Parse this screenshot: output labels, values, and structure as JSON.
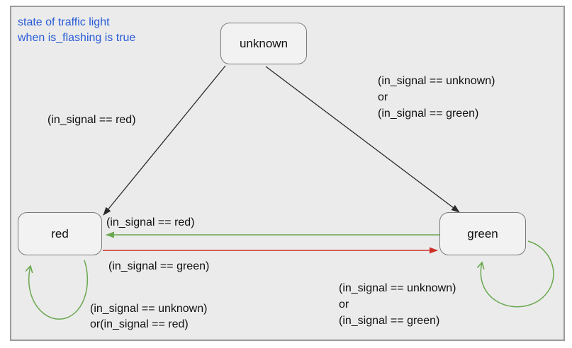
{
  "diagram": {
    "title_lines": [
      "state of traffic light",
      "when is_flashing is true"
    ]
  },
  "states": {
    "unknown": {
      "label": "unknown"
    },
    "red": {
      "label": "red"
    },
    "green": {
      "label": "green"
    }
  },
  "transitions": {
    "unknown_to_red": {
      "from": "unknown",
      "to": "red",
      "label": "(in_signal == red)"
    },
    "unknown_to_green": {
      "from": "unknown",
      "to": "green",
      "label_lines": [
        "(in_signal == unknown)",
        "or",
        "(in_signal == green)"
      ]
    },
    "green_to_red": {
      "from": "green",
      "to": "red",
      "label": "(in_signal == red)"
    },
    "red_to_green": {
      "from": "red",
      "to": "green",
      "label": "(in_signal == green)"
    },
    "red_self_loop": {
      "from": "red",
      "to": "red",
      "label_lines": [
        "(in_signal == unknown)",
        "or(in_signal == red)"
      ]
    },
    "green_self_loop": {
      "from": "green",
      "to": "green",
      "label_lines": [
        "(in_signal == unknown)",
        "or",
        "(in_signal == green)"
      ]
    }
  },
  "colors": {
    "title_text": "#2a5cd8",
    "label_text": "#111111",
    "black_arrow": "#2b2b2b",
    "green_arrow": "#6aa84f",
    "red_arrow": "#cc2f27",
    "panel_background": "#ebebeb",
    "panel_border": "#9b9b9b",
    "state_fill": "#f2f2f2",
    "state_border": "#7a7a7a"
  }
}
